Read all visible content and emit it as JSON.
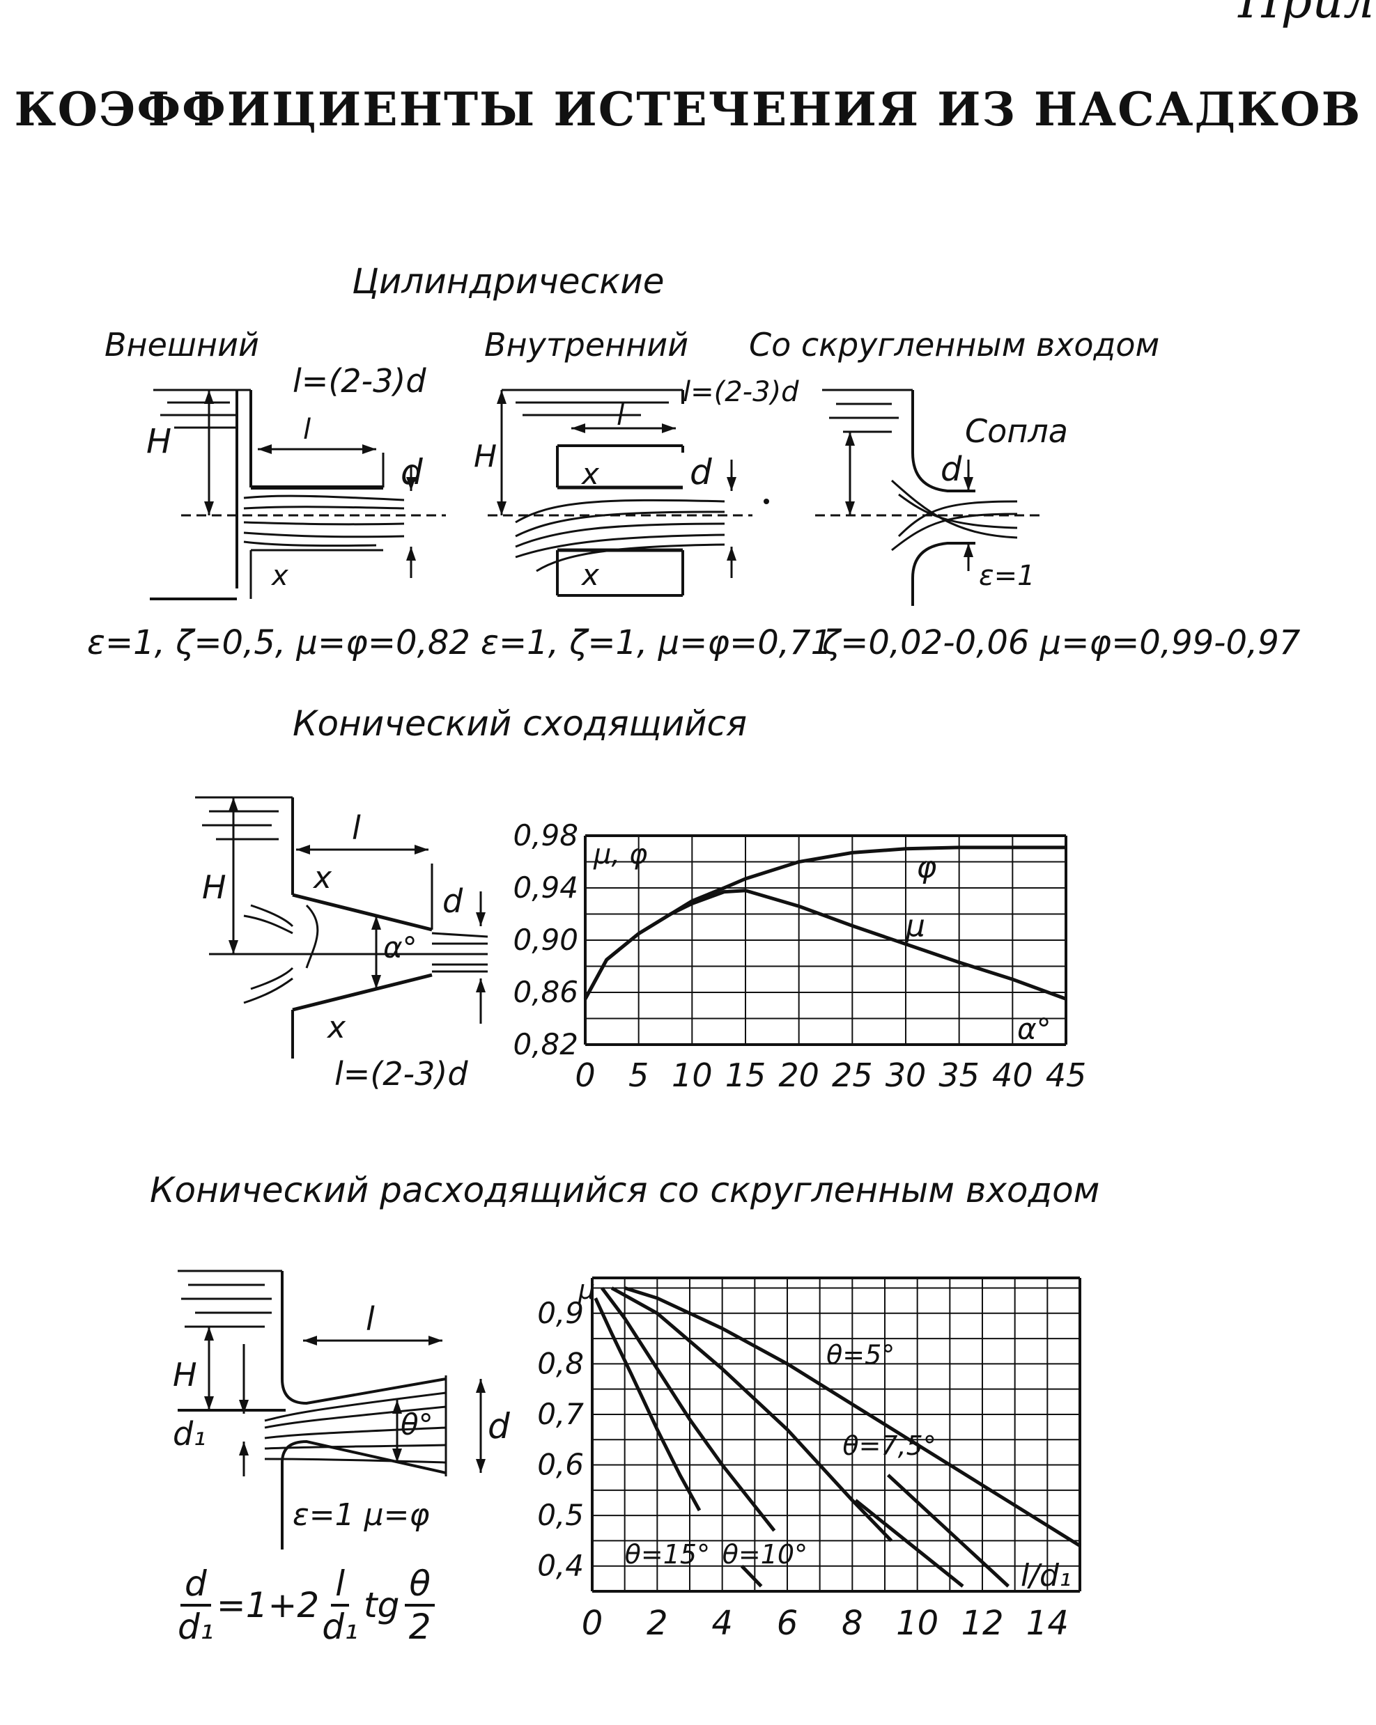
{
  "corner_fragment": "Прило",
  "title": "КОЭФФИЦИЕНТЫ ИСТЕЧЕНИЯ ИЗ НАСАДКОВ",
  "cylindrical": {
    "heading": "Цилиндрические",
    "external": {
      "label": "Внешний",
      "length_formula": "l=(2-3)d",
      "dim_l": "l",
      "dim_H": "H",
      "dim_d": "d",
      "dim_x": "x",
      "coefficients": "ε=1, ζ=0,5, μ=φ=0,82"
    },
    "internal": {
      "label": "Внутренний",
      "length_formula": "l=(2-3)d",
      "dim_l": "l",
      "dim_H": "H",
      "dim_d": "d",
      "dim_x_top": "x",
      "dim_x_bottom": "x",
      "coefficients": "ε=1, ζ=1, μ=φ=0,71"
    },
    "rounded": {
      "label": "Со скругленным входом",
      "nozzle_label": "Сопла",
      "dim_d": "d",
      "epsilon": "ε=1",
      "coefficients": "ζ=0,02-0,06 μ=φ=0,99-0,97"
    }
  },
  "converging": {
    "heading": "Конический сходящийся",
    "dim_l": "l",
    "dim_H": "H",
    "dim_d": "d",
    "dim_x_top": "x",
    "dim_x_bottom": "x",
    "dim_alpha": "α°",
    "length_formula": "l=(2-3)d"
  },
  "diverging": {
    "heading": "Конический расходящийся со скругленным входом",
    "dim_l": "l",
    "dim_H": "H",
    "dim_d": "d",
    "dim_d1": "d₁",
    "dim_theta": "θ°",
    "epsilon_mu": "ε=1 μ=φ",
    "formula": {
      "lhs_num": "d",
      "lhs_den": "d₁",
      "middle": "=1+2",
      "frac_num": "l",
      "frac_den": "d₁",
      "tg": "tg",
      "theta_num": "θ",
      "theta_den": "2"
    }
  },
  "chart_data": [
    {
      "type": "line",
      "ylabel": "μ, φ",
      "xlabel": "α°",
      "x_ticks": [
        "0",
        "5",
        "10",
        "15",
        "20",
        "25",
        "30",
        "35",
        "40",
        "45"
      ],
      "y_ticks": [
        "0,98",
        "0,94",
        "0,90",
        "0,86",
        "0,82"
      ],
      "xlim": [
        0,
        45
      ],
      "ylim": [
        0.82,
        0.98
      ],
      "grid": true,
      "series": [
        {
          "name": "φ",
          "x": [
            0,
            2,
            5,
            8,
            10,
            13,
            15,
            20,
            25,
            30,
            35,
            40,
            45
          ],
          "y": [
            0.855,
            0.885,
            0.905,
            0.92,
            0.93,
            0.94,
            0.947,
            0.96,
            0.967,
            0.97,
            0.971,
            0.971,
            0.971
          ]
        },
        {
          "name": "μ",
          "x": [
            0,
            2,
            5,
            8,
            10,
            13,
            15,
            20,
            25,
            30,
            35,
            40,
            45
          ],
          "y": [
            0.855,
            0.885,
            0.905,
            0.92,
            0.928,
            0.937,
            0.938,
            0.926,
            0.911,
            0.897,
            0.883,
            0.87,
            0.855
          ]
        }
      ]
    },
    {
      "type": "line",
      "ylabel": "μ",
      "xlabel": "l/d₁",
      "x_ticks": [
        "0",
        "2",
        "4",
        "6",
        "8",
        "10",
        "12",
        "14"
      ],
      "y_ticks": [
        "0,9",
        "0,8",
        "0,7",
        "0,6",
        "0,5",
        "0,4"
      ],
      "xlim": [
        0,
        15
      ],
      "ylim": [
        0.35,
        0.97
      ],
      "grid": true,
      "series": [
        {
          "name": "θ=5°",
          "label_x": 7.2,
          "label_y": 0.8,
          "x": [
            1.0,
            2,
            4,
            6,
            8,
            10,
            12,
            14,
            15
          ],
          "y": [
            0.95,
            0.93,
            0.87,
            0.8,
            0.72,
            0.64,
            0.56,
            0.48,
            0.44
          ]
        },
        {
          "name": "θ=7,5°",
          "label_x": 7.7,
          "label_y": 0.62,
          "x": [
            0.6,
            2,
            4,
            6,
            8,
            9.2
          ],
          "y": [
            0.95,
            0.9,
            0.79,
            0.67,
            0.53,
            0.45
          ]
        },
        {
          "name": "θ=10°",
          "label_x": 4.0,
          "label_y": 0.405,
          "x": [
            0.3,
            1,
            2,
            3,
            4,
            5.6
          ],
          "y": [
            0.95,
            0.89,
            0.79,
            0.69,
            0.6,
            0.47
          ]
        },
        {
          "name": "θ=15°",
          "label_x": 1.0,
          "label_y": 0.405,
          "x": [
            0.1,
            0.6,
            1.2,
            2,
            2.7,
            3.3
          ],
          "y": [
            0.93,
            0.86,
            0.78,
            0.67,
            0.58,
            0.51
          ]
        }
      ],
      "partial_lines": [
        {
          "x": [
            8.1,
            11.4
          ],
          "y": [
            0.53,
            0.36
          ]
        },
        {
          "x": [
            9.1,
            12.8
          ],
          "y": [
            0.58,
            0.36
          ]
        },
        {
          "x": [
            4.6,
            5.2
          ],
          "y": [
            0.4,
            0.36
          ]
        }
      ]
    }
  ]
}
